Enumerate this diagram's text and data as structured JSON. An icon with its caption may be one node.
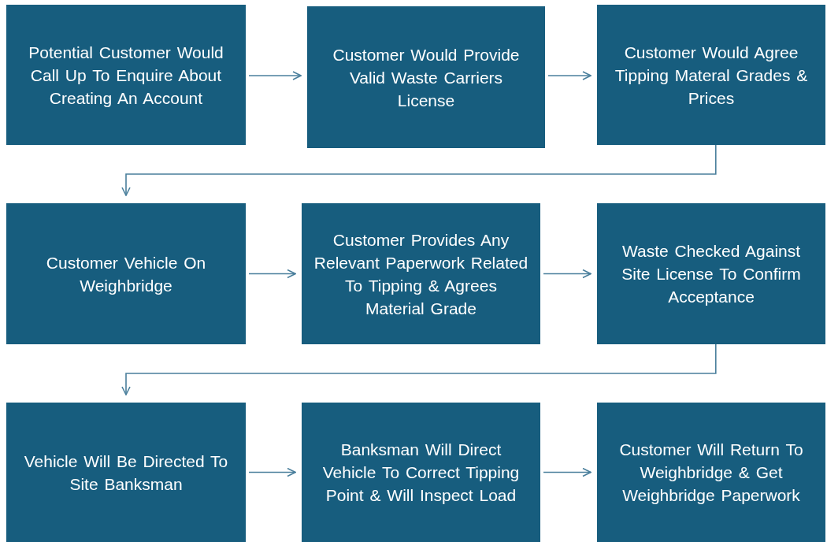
{
  "diagram": {
    "nodes": [
      {
        "text": [
          "Potential Customer Would Call Up To Enquire About Creating An Account"
        ]
      },
      {
        "text": [
          "Customer Would Provide Valid Waste Carriers License"
        ]
      },
      {
        "text": [
          "Customer Would Agree Tipping Materal Grades & Prices"
        ]
      },
      {
        "text": [
          "Customer Vehicle On Weighbridge"
        ]
      },
      {
        "text": [
          "Customer Provides Any Relevant Paperwork Related To Tipping & Agrees Material Grade"
        ]
      },
      {
        "text": [
          "Waste Checked Against Site License To Confirm Acceptance"
        ]
      },
      {
        "text": [
          "Vehicle Will Be Directed To Site Banksman"
        ]
      },
      {
        "text": [
          "Banksman Will Direct Vehicle To Correct Tipping Point & Will Inspect Load"
        ]
      },
      {
        "text": [
          "Customer Will Return To Weighbridge & Get Weighbridge Paperwork"
        ]
      }
    ],
    "edges": [
      {
        "from": 0,
        "to": 1,
        "arrow": "to"
      },
      {
        "from": 1,
        "to": 2,
        "arrow": "to"
      },
      {
        "from": 2,
        "to": 3,
        "arrow": "to"
      },
      {
        "from": 3,
        "to": 4,
        "arrow": "to"
      },
      {
        "from": 4,
        "to": 5,
        "arrow": "to"
      },
      {
        "from": 5,
        "to": 6,
        "arrow": "to"
      },
      {
        "from": 6,
        "to": 7,
        "arrow": "to"
      },
      {
        "from": 7,
        "to": 8,
        "arrow": "to"
      }
    ]
  }
}
